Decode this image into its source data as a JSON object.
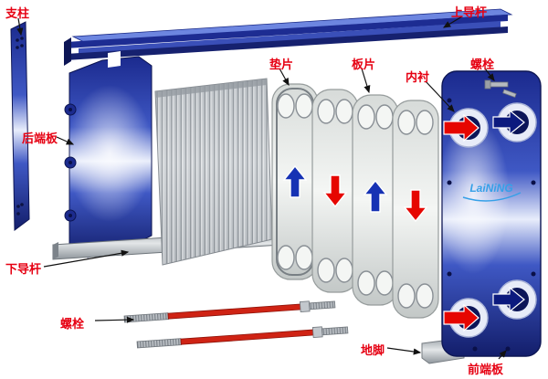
{
  "labels": {
    "support_column": "支柱",
    "upper_guide_rod": "上导杆",
    "gasket": "垫片",
    "plate": "板片",
    "liner": "内衬",
    "bolt_top": "螺栓",
    "rear_end_plate": "后端板",
    "lower_guide_rod": "下导杆",
    "bolt_bottom": "螺栓",
    "foot": "地脚",
    "front_end_plate": "前端板",
    "logo": "LaiNiNG"
  },
  "colors": {
    "label_red": "#e60012",
    "part_blue": "#22309c",
    "arrow_red": "#e60600",
    "arrow_blue": "#1632b4",
    "steel_gray": "#b7bcc0"
  }
}
